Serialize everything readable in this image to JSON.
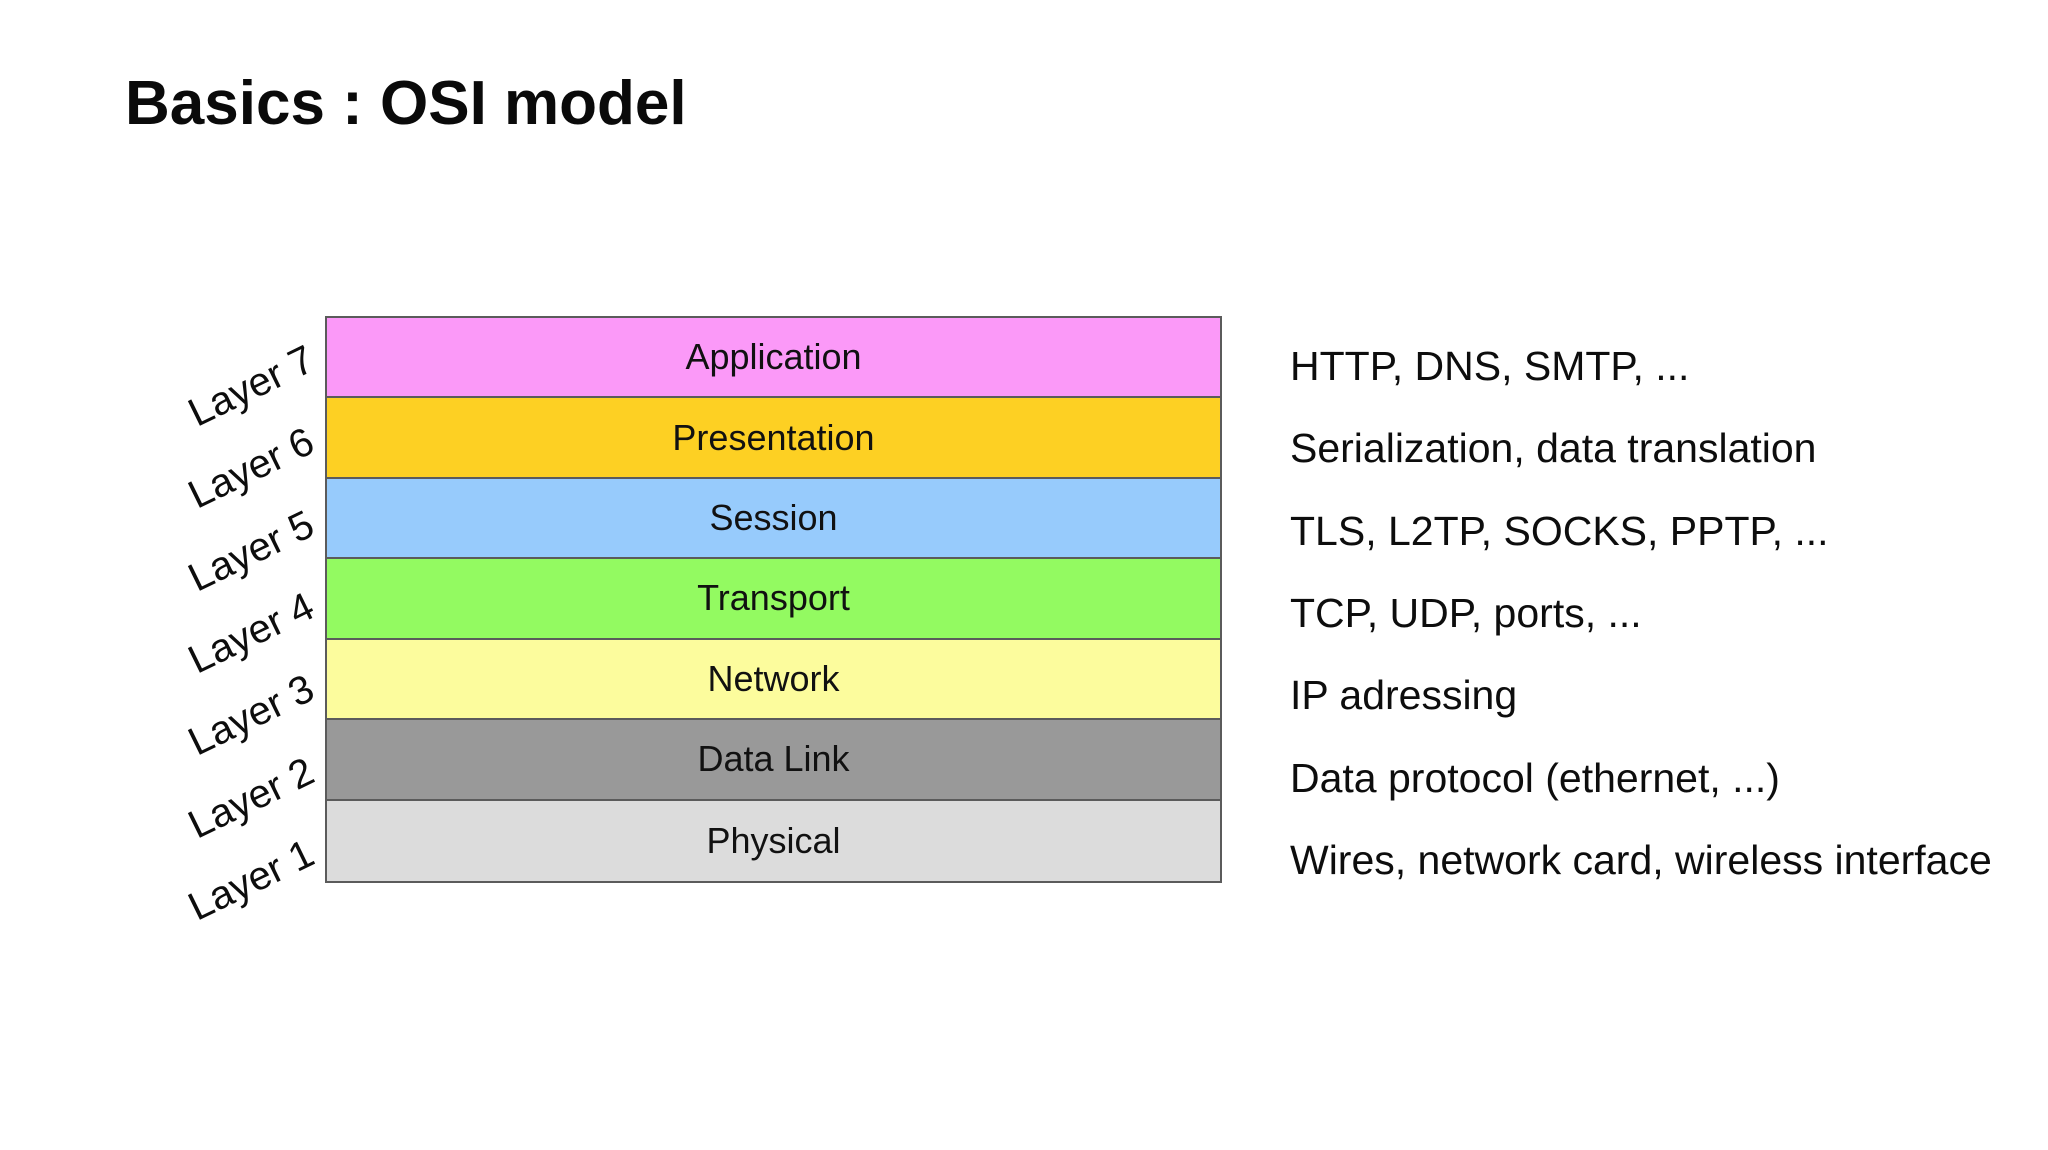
{
  "slide": {
    "title": "Basics : OSI model"
  },
  "diagram": {
    "border_color": "#5b5b5b",
    "layers": [
      {
        "number": "Layer 7",
        "name": "Application",
        "color": "#fb99f8",
        "description": "HTTP, DNS, SMTP, ..."
      },
      {
        "number": "Layer 6",
        "name": "Presentation",
        "color": "#fdd023",
        "description": "Serialization, data translation"
      },
      {
        "number": "Layer 5",
        "name": "Session",
        "color": "#97cbfc",
        "description": "TLS, L2TP, SOCKS, PPTP, ..."
      },
      {
        "number": "Layer 4",
        "name": "Transport",
        "color": "#93fa61",
        "description": "TCP, UDP, ports, ..."
      },
      {
        "number": "Layer 3",
        "name": "Network",
        "color": "#fcfc9d",
        "description": "IP adressing"
      },
      {
        "number": "Layer 2",
        "name": "Data Link",
        "color": "#999999",
        "description": "Data protocol (ethernet, ...)"
      },
      {
        "number": "Layer 1",
        "name": "Physical",
        "color": "#dcdcdc",
        "description": "Wires, network card, wireless interface"
      }
    ]
  }
}
